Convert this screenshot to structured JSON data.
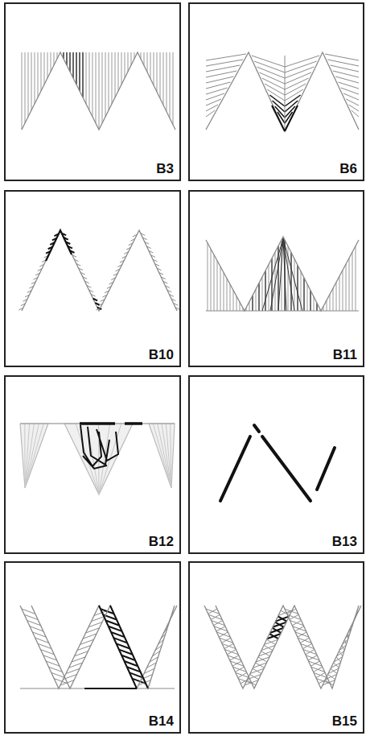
{
  "diagram": {
    "nodes": [
      {
        "text": [
          "B3"
        ]
      },
      {
        "text": [
          "B6"
        ]
      },
      {
        "text": [
          "B10"
        ]
      },
      {
        "text": [
          "B11"
        ]
      },
      {
        "text": [
          "B12"
        ]
      },
      {
        "text": [
          "B13"
        ]
      },
      {
        "text": [
          "B14"
        ]
      },
      {
        "text": [
          "B15"
        ]
      }
    ]
  }
}
